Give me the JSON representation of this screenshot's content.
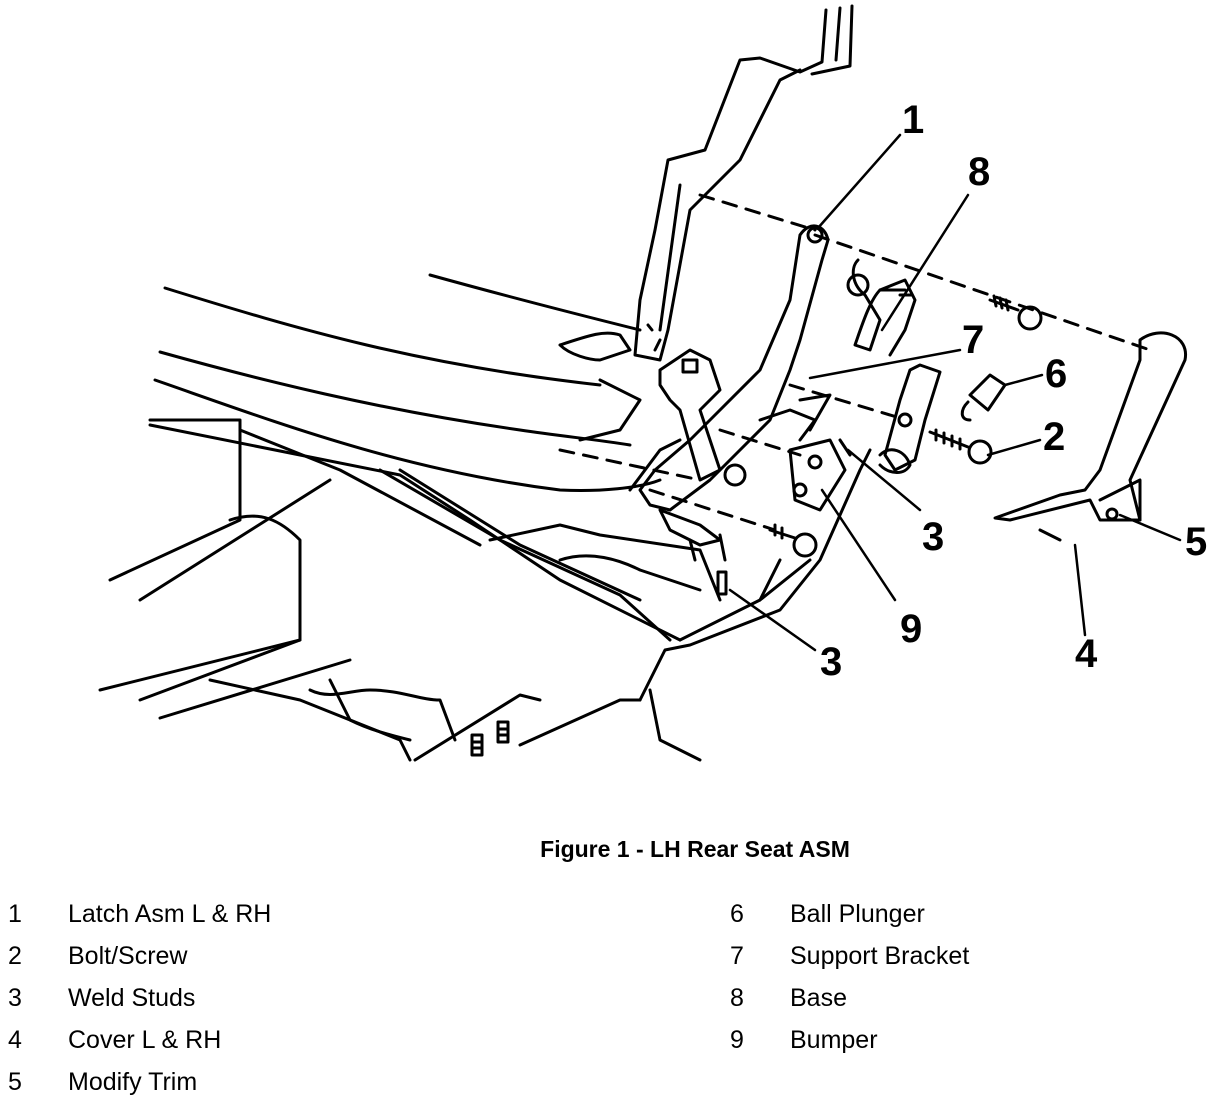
{
  "callouts": [
    {
      "key": "c1",
      "text": "1"
    },
    {
      "key": "c8",
      "text": "8"
    },
    {
      "key": "c7",
      "text": "7"
    },
    {
      "key": "c6",
      "text": "6"
    },
    {
      "key": "c2",
      "text": "2"
    },
    {
      "key": "c5",
      "text": "5"
    },
    {
      "key": "c3a",
      "text": "3"
    },
    {
      "key": "c9",
      "text": "9"
    },
    {
      "key": "c3b",
      "text": "3"
    },
    {
      "key": "c4",
      "text": "4"
    }
  ],
  "caption": "Figure 1 - LH Rear Seat ASM",
  "legend": {
    "left": [
      {
        "num": "1",
        "label": "Latch Asm L & RH"
      },
      {
        "num": "2",
        "label": "Bolt/Screw"
      },
      {
        "num": "3",
        "label": "Weld Studs"
      },
      {
        "num": "4",
        "label": "Cover L & RH"
      },
      {
        "num": "5",
        "label": "Modify Trim"
      }
    ],
    "right": [
      {
        "num": "6",
        "label": "Ball Plunger"
      },
      {
        "num": "7",
        "label": "Support Bracket"
      },
      {
        "num": "8",
        "label": "Base"
      },
      {
        "num": "9",
        "label": "Bumper"
      }
    ]
  }
}
